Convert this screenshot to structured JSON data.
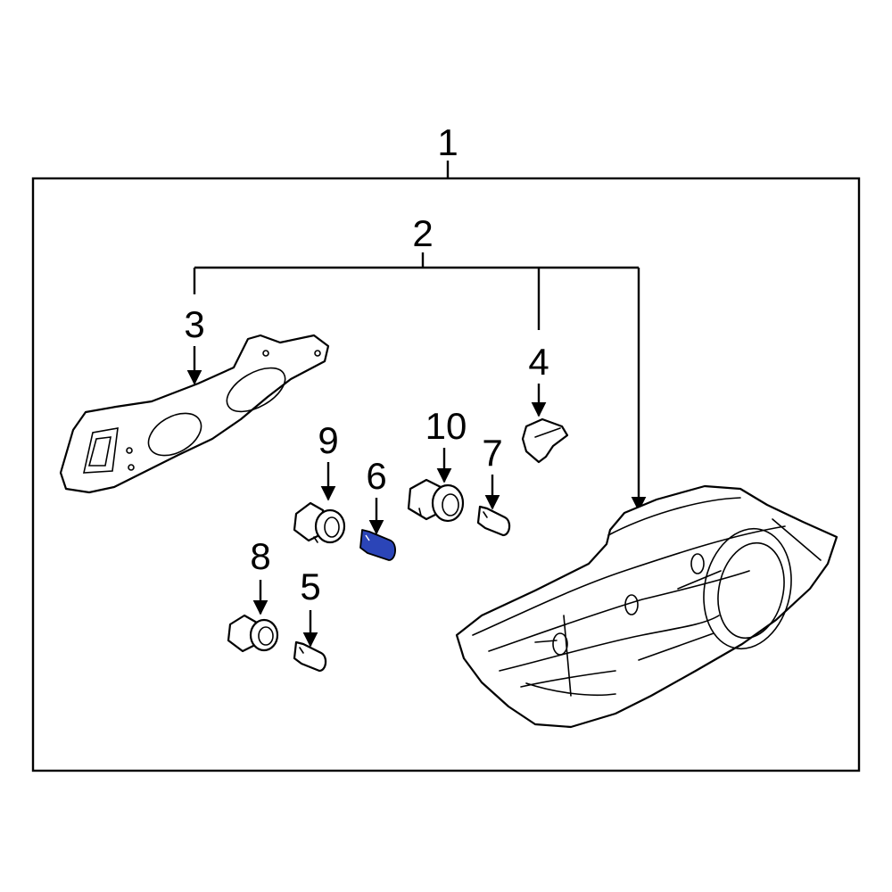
{
  "callouts": {
    "c1": "1",
    "c2": "2",
    "c3": "3",
    "c4": "4",
    "c5": "5",
    "c6": "6",
    "c7": "7",
    "c8": "8",
    "c9": "9",
    "c10": "10"
  },
  "colors": {
    "highlight": "#2b45b8",
    "line": "#000000",
    "background": "#ffffff"
  }
}
